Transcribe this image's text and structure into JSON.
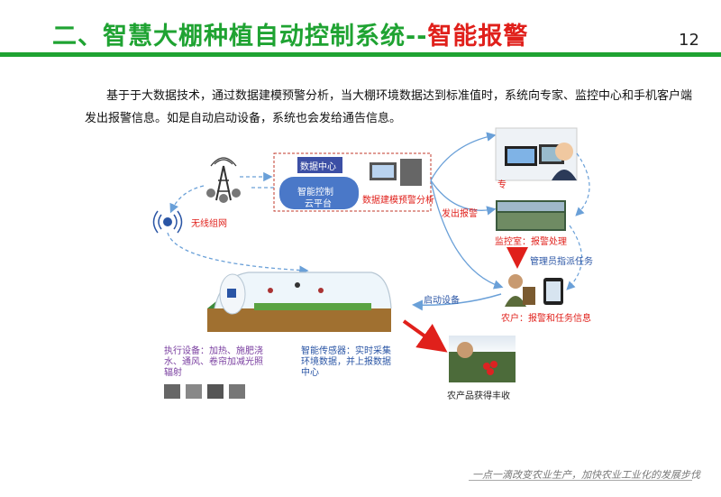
{
  "slide": {
    "title_prefix": "二、智慧大棚种植自动控制系统--",
    "title_highlight": "智能报警",
    "page_number": "12",
    "body_text": "基于于大数据技术，通过数据建模预警分析，当大棚环境数据达到标准值时，系统向专家、监控中心和手机客户端发出报警信息。如是自动启动设备，系统也会发给通告信息。",
    "footer": "一点一滴改变农业生产，加快农业工业化的发展步伐"
  },
  "diagram": {
    "data_center": "数据中心",
    "cloud_line1": "智能控制",
    "cloud_line2": "云平台",
    "model_analysis": "数据建模预警分析",
    "wireless": "无线组网",
    "expert": "专",
    "send_alarm": "发出报警",
    "monitor_room": "监控室：报警处理",
    "admin_dispatch": "管理员指派任务",
    "start_device": "启动设备",
    "farmer": "农户：报警和任务信息",
    "executor": "执行设备：加热、施肥浇水、通风、卷帘加减光照辐射",
    "sensor": "智能传感器：实时采集环境数据，并上报数据中心",
    "harvest": "农产品获得丰收"
  },
  "colors": {
    "title_green": "#1fa332",
    "title_red": "#e0201b",
    "arrow_blue": "#6aa0d8",
    "label_blue": "#2a55a5"
  }
}
